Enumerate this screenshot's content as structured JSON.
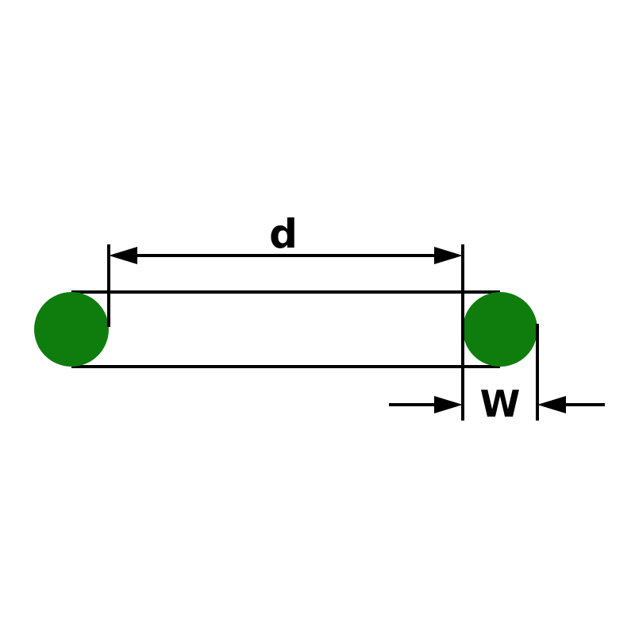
{
  "diagram": {
    "type": "o-ring-dimension-diagram",
    "labels": {
      "inner_diameter": "d",
      "cross_section_width": "W"
    },
    "colors": {
      "ring_fill": "#0E7D0E",
      "line": "#000000",
      "background": "#FFFFFF"
    }
  }
}
